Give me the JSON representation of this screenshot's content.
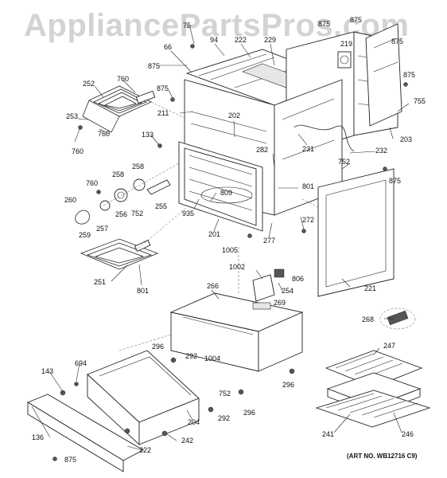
{
  "watermark": "AppliancePartsPros.com",
  "art_number": "(ART NO. WB12716 C9)",
  "callouts": [
    {
      "id": "c-75",
      "text": "75"
    },
    {
      "id": "c-94",
      "text": "94"
    },
    {
      "id": "c-222a",
      "text": "222"
    },
    {
      "id": "c-229",
      "text": "229"
    },
    {
      "id": "c-875a",
      "text": "875"
    },
    {
      "id": "c-875b",
      "text": "875"
    },
    {
      "id": "c-219",
      "text": "219"
    },
    {
      "id": "c-875c",
      "text": "875"
    },
    {
      "id": "c-66",
      "text": "66"
    },
    {
      "id": "c-875d",
      "text": "875"
    },
    {
      "id": "c-875e",
      "text": "875"
    },
    {
      "id": "c-252",
      "text": "252"
    },
    {
      "id": "c-760a",
      "text": "760"
    },
    {
      "id": "c-875f",
      "text": "875"
    },
    {
      "id": "c-755",
      "text": "755"
    },
    {
      "id": "c-211",
      "text": "211"
    },
    {
      "id": "c-253",
      "text": "253"
    },
    {
      "id": "c-202",
      "text": "202"
    },
    {
      "id": "c-203",
      "text": "203"
    },
    {
      "id": "c-760b",
      "text": "760"
    },
    {
      "id": "c-133",
      "text": "133"
    },
    {
      "id": "c-231",
      "text": "231"
    },
    {
      "id": "c-232",
      "text": "232"
    },
    {
      "id": "c-760c",
      "text": "760"
    },
    {
      "id": "c-282",
      "text": "282"
    },
    {
      "id": "c-752a",
      "text": "752"
    },
    {
      "id": "c-258a",
      "text": "258"
    },
    {
      "id": "c-258b",
      "text": "258"
    },
    {
      "id": "c-875g",
      "text": "875"
    },
    {
      "id": "c-760d",
      "text": "760"
    },
    {
      "id": "c-801a",
      "text": "801"
    },
    {
      "id": "c-809",
      "text": "809"
    },
    {
      "id": "c-260",
      "text": "260"
    },
    {
      "id": "c-256",
      "text": "256"
    },
    {
      "id": "c-752b",
      "text": "752"
    },
    {
      "id": "c-255",
      "text": "255"
    },
    {
      "id": "c-935",
      "text": "935"
    },
    {
      "id": "c-272",
      "text": "272"
    },
    {
      "id": "c-257",
      "text": "257"
    },
    {
      "id": "c-259",
      "text": "259"
    },
    {
      "id": "c-201",
      "text": "201"
    },
    {
      "id": "c-277",
      "text": "277"
    },
    {
      "id": "c-1005",
      "text": "1005"
    },
    {
      "id": "c-1002",
      "text": "1002"
    },
    {
      "id": "c-251",
      "text": "251"
    },
    {
      "id": "c-801b",
      "text": "801"
    },
    {
      "id": "c-806",
      "text": "806"
    },
    {
      "id": "c-254",
      "text": "254"
    },
    {
      "id": "c-221",
      "text": "221"
    },
    {
      "id": "c-266",
      "text": "266"
    },
    {
      "id": "c-269",
      "text": "269"
    },
    {
      "id": "c-268",
      "text": "268"
    },
    {
      "id": "c-296a",
      "text": "296"
    },
    {
      "id": "c-292a",
      "text": "292"
    },
    {
      "id": "c-1004",
      "text": "1004"
    },
    {
      "id": "c-247",
      "text": "247"
    },
    {
      "id": "c-143",
      "text": "143"
    },
    {
      "id": "c-694",
      "text": "694"
    },
    {
      "id": "c-296b",
      "text": "296"
    },
    {
      "id": "c-752c",
      "text": "752"
    },
    {
      "id": "c-292b",
      "text": "292"
    },
    {
      "id": "c-296c",
      "text": "296"
    },
    {
      "id": "c-204",
      "text": "204"
    },
    {
      "id": "c-241",
      "text": "241"
    },
    {
      "id": "c-246",
      "text": "246"
    },
    {
      "id": "c-136",
      "text": "136"
    },
    {
      "id": "c-242",
      "text": "242"
    },
    {
      "id": "c-222b",
      "text": "222"
    },
    {
      "id": "c-875h",
      "text": "875"
    }
  ]
}
